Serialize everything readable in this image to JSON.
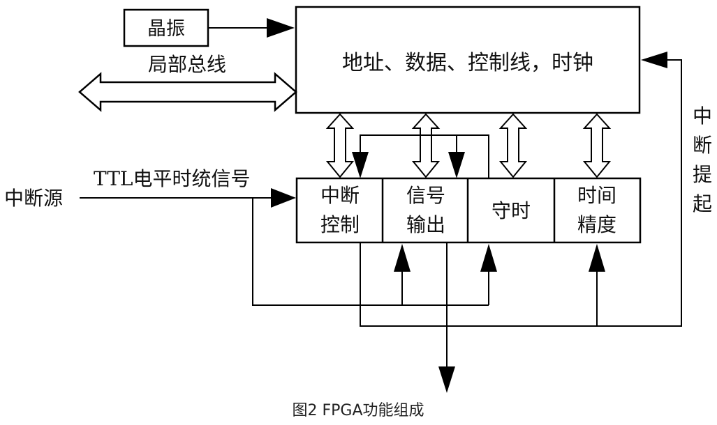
{
  "blocks": {
    "crystal": "晶振",
    "bus_block": "地址、数据、控制线，时钟",
    "interrupt_control": [
      "中断",
      "控制"
    ],
    "signal_output": [
      "信号",
      "输出"
    ],
    "timekeeping": "守时",
    "time_precision": [
      "时间",
      "精度"
    ]
  },
  "labels": {
    "local_bus": "局部总线",
    "ttl_signal": "TTL电平时统信号",
    "interrupt_source": "中断源",
    "interrupt_raise": [
      "中",
      "断",
      "提",
      "起"
    ]
  },
  "caption": "图2 FPGA功能组成"
}
